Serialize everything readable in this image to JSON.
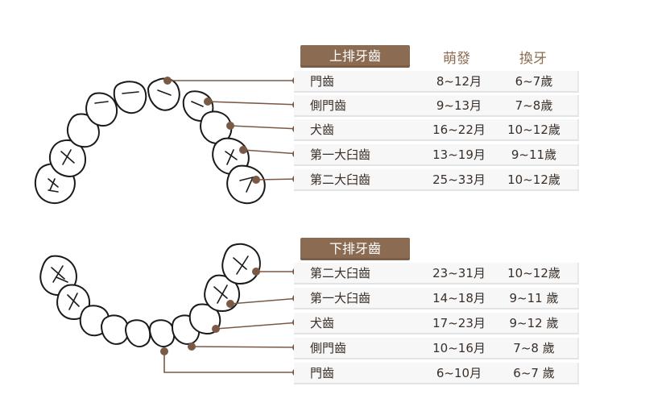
{
  "upper": {
    "header": "上排牙齒",
    "col_eruption": "萌發",
    "col_replace": "換牙",
    "rows": [
      {
        "name": "門齒",
        "eruption": "8~12月",
        "replace": "6~7歲"
      },
      {
        "name": "側門齒",
        "eruption": "9~13月",
        "replace": "7~8歲"
      },
      {
        "name": "犬齒",
        "eruption": "16~22月",
        "replace": "10~12歲"
      },
      {
        "name": "第一大臼齒",
        "eruption": "13~19月",
        "replace": "9~11歲"
      },
      {
        "name": "第二大臼齒",
        "eruption": "25~33月",
        "replace": "10~12歲"
      }
    ]
  },
  "lower": {
    "header": "下排牙齒",
    "rows": [
      {
        "name": "第二大臼齒",
        "eruption": "23~31月",
        "replace": "10~12歲"
      },
      {
        "name": "第一大臼齒",
        "eruption": "14~18月",
        "replace": "9~11 歲"
      },
      {
        "name": "犬齒",
        "eruption": "17~23月",
        "replace": "9~12 歲"
      },
      {
        "name": "側門齒",
        "eruption": "10~16月",
        "replace": "7~8 歲"
      },
      {
        "name": "門齒",
        "eruption": "6~10月",
        "replace": "6~7 歲"
      }
    ]
  },
  "colors": {
    "accent": "#8b6c52",
    "tooth_stroke": "#1a1a1a",
    "row_bg": "#f7f7f7"
  }
}
